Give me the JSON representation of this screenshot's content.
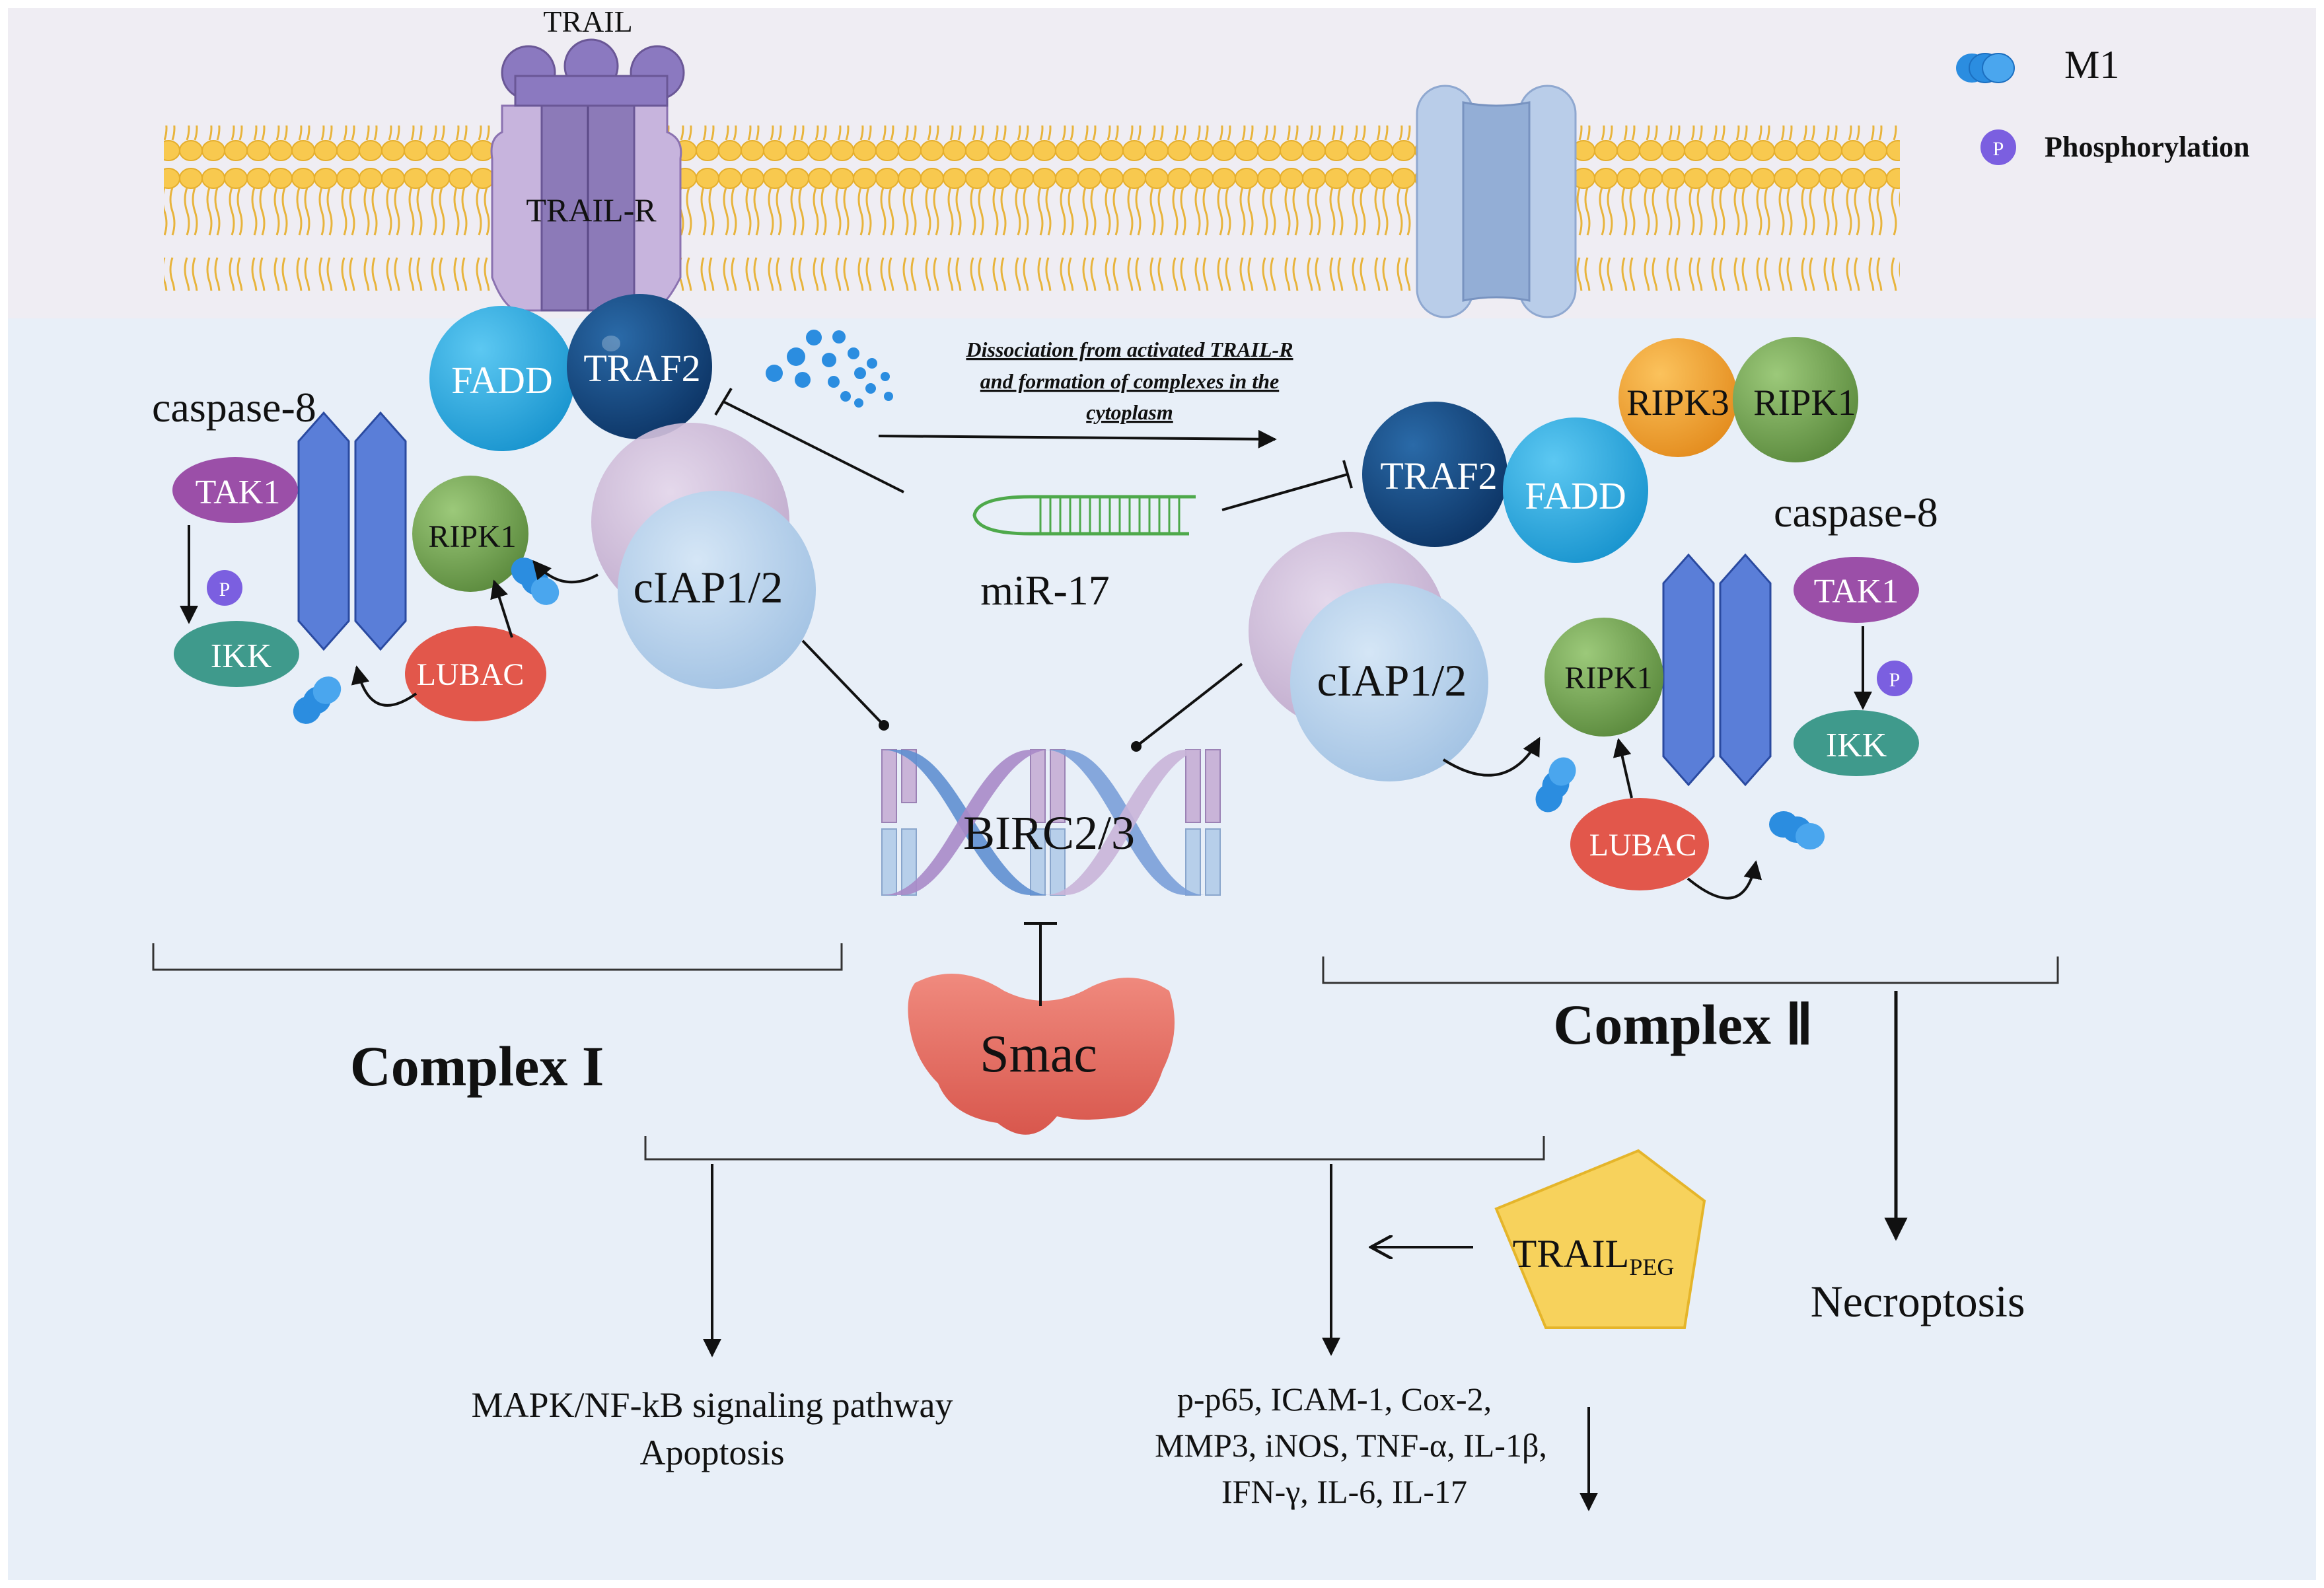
{
  "legend": {
    "m1_label": "M1",
    "p_symbol": "P",
    "phosphorylation_label": "Phosphorylation"
  },
  "membrane": {
    "trail_label": "TRAIL",
    "trail_r_label": "TRAIL-R"
  },
  "complex1": {
    "fadd": "FADD",
    "traf2": "TRAF2",
    "caspase8": "caspase-8",
    "tak1": "TAK1",
    "ikk": "IKK",
    "ripk1": "RIPK1",
    "lubac": "LUBAC",
    "ciap": "cIAP1/2",
    "p_symbol": "P",
    "title": "Complex I"
  },
  "complex2": {
    "traf2": "TRAF2",
    "fadd": "FADD",
    "ripk3": "RIPK3",
    "ripk1_top": "RIPK1",
    "caspase8": "caspase-8",
    "tak1": "TAK1",
    "ikk": "IKK",
    "ripk1": "RIPK1",
    "lubac": "LUBAC",
    "ciap": "cIAP1/2",
    "p_symbol": "P",
    "title": "Complex Ⅱ"
  },
  "center": {
    "dissociation_line1": "Dissociation from activated TRAIL-R",
    "dissociation_line2": "and formation of complexes in the",
    "dissociation_line3": "cytoplasm",
    "mir17": "miR-17",
    "birc": "BIRC2/3",
    "smac": "Smac"
  },
  "outcomes": {
    "mapk_line1": "MAPK/NF-kB signaling pathway",
    "mapk_line2": "Apoptosis",
    "trail_peg_main": "TRAIL",
    "trail_peg_sub": "PEG",
    "markers_line1": "p-p65, ICAM-1, Cox-2,",
    "markers_line2": "MMP3, iNOS, TNF-α, IL-1β,",
    "markers_line3": "IFN-γ, IL-6, IL-17",
    "necroptosis": "Necroptosis"
  },
  "colors": {
    "membrane_band": "#efedf3",
    "cytoplasm": "#e8eff8",
    "lipid_head": "#f8c94f",
    "fadd": "#29abe2",
    "traf2": "#14477e",
    "ripk1": "#74a552",
    "ripk3": "#f2a232",
    "tak1": "#9b4fa8",
    "ikk": "#3f9a8c",
    "lubac": "#e2574b",
    "caspase8": "#5a7ed8",
    "ciap_back": "#cdb8d6",
    "ciap_front": "#b6d1ec",
    "m1": "#2b8de0",
    "phospho": "#7b5fe0",
    "trail_peg": "#f7d25c",
    "smac": "#e8766b"
  }
}
